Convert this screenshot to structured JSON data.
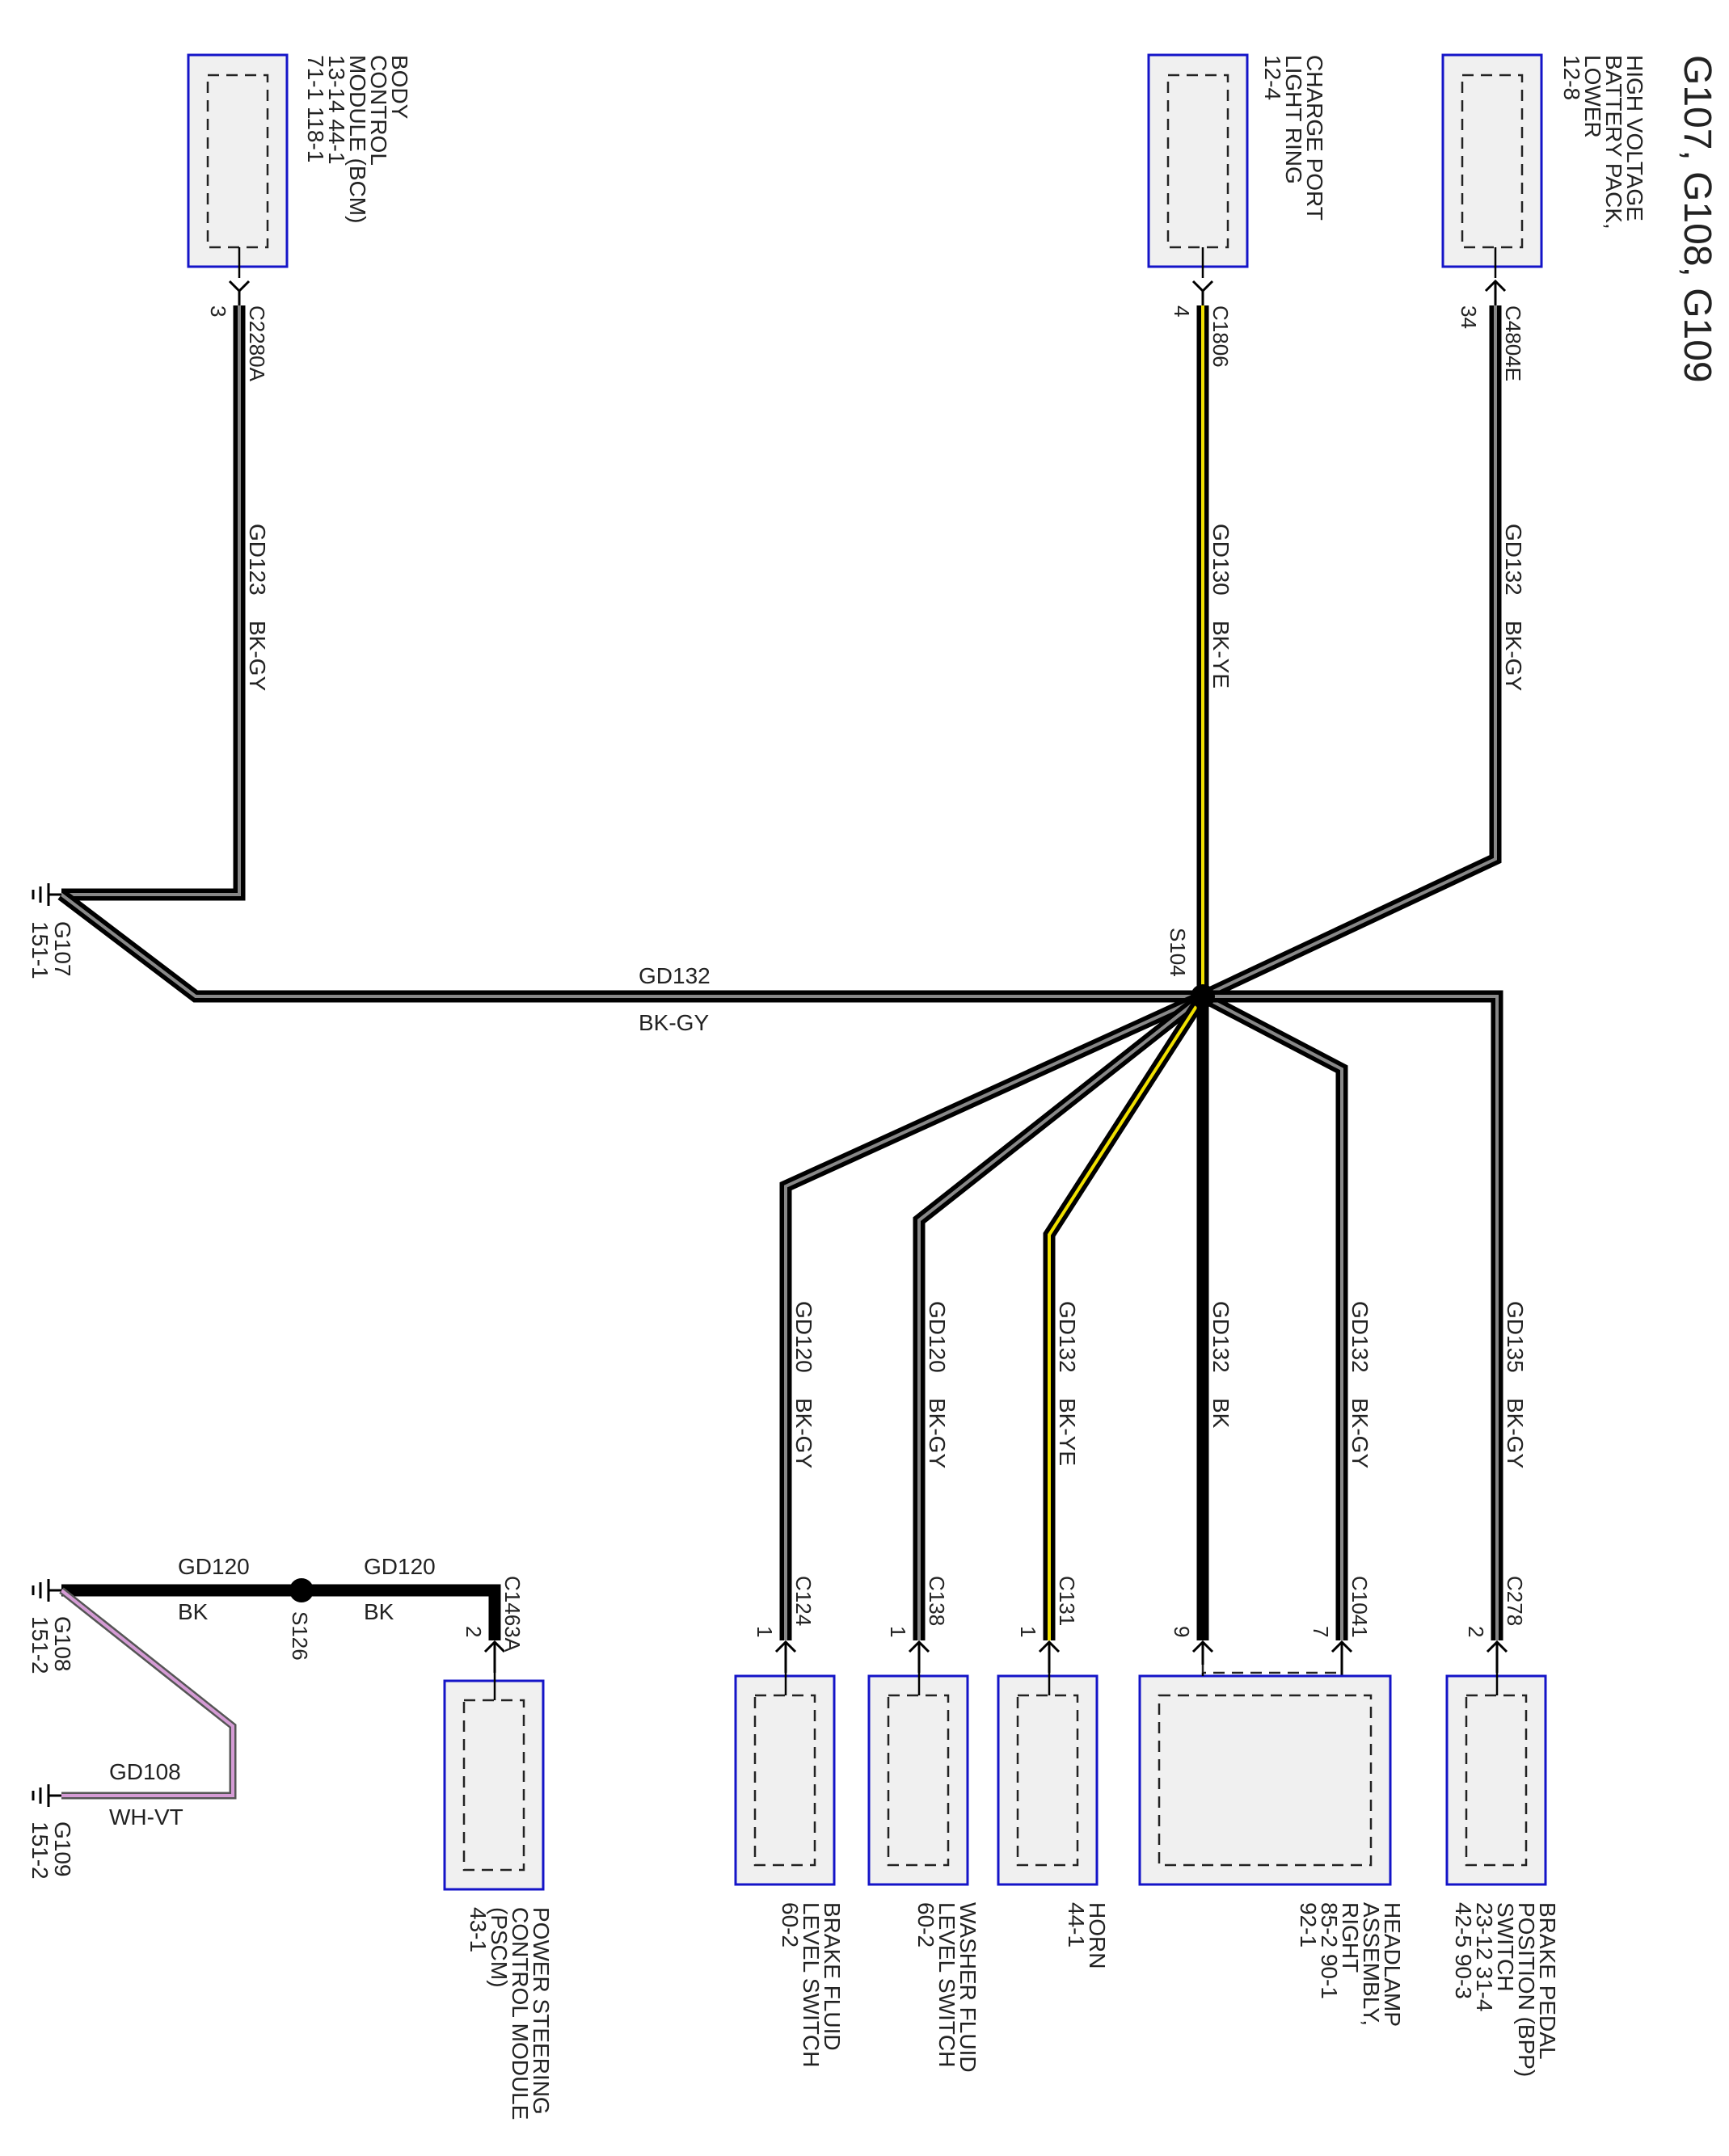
{
  "title": "G107, G108, G109",
  "wire_colors": {
    "BK-GY": "#888888",
    "BK-YE": "#f0e000",
    "BK": "#000000",
    "WH-VT": "#d59bd5"
  },
  "colors": {
    "component_border": "#1414c8",
    "component_fill": "#f0f0f0"
  },
  "components": [
    {
      "id": "bcm",
      "lines": [
        "BODY",
        "CONTROL",
        "MODULE (BCM)",
        "13-14    44-1",
        "71-1      118-1"
      ],
      "connector": "C2280A",
      "pin": "3"
    },
    {
      "id": "charge-port",
      "lines": [
        "CHARGE PORT",
        "LIGHT RING",
        "12-4"
      ],
      "connector": "C1806",
      "pin": "4"
    },
    {
      "id": "hv-battery",
      "lines": [
        "HIGH VOLTAGE",
        "BATTERY PACK,",
        "LOWER",
        "12-8"
      ],
      "connector": "C4804E",
      "pin": "34"
    },
    {
      "id": "brake-fluid",
      "lines": [
        "BRAKE FLUID",
        "LEVEL SWITCH",
        "60-2"
      ],
      "connector": "C124",
      "pin": "1"
    },
    {
      "id": "washer-fluid",
      "lines": [
        "WASHER FLUID",
        "LEVEL SWITCH",
        "60-2"
      ],
      "connector": "C138",
      "pin": "1"
    },
    {
      "id": "horn",
      "lines": [
        "HORN",
        "44-1"
      ],
      "connector": "C131",
      "pin": "1"
    },
    {
      "id": "headlamp",
      "lines": [
        "HEADLAMP",
        "ASSEMBLY,",
        "RIGHT",
        "85-2    90-1",
        "92-1"
      ],
      "connector": "C1041",
      "pins": [
        "9",
        "7"
      ]
    },
    {
      "id": "bpp",
      "lines": [
        "BRAKE PEDAL",
        "POSITION (BPP)",
        "SWITCH",
        "23-12    31-4",
        "42-5      90-3"
      ],
      "connector": "C278",
      "pin": "2"
    },
    {
      "id": "pscm",
      "lines": [
        "POWER STEERING",
        "CONTROL MODULE",
        "(PSCM)",
        "43-1"
      ],
      "connector": "C1463A",
      "pin": "2"
    }
  ],
  "wires": {
    "bcm": {
      "circuit": "GD123",
      "color": "BK-GY"
    },
    "charge_port": {
      "circuit": "GD130",
      "color": "BK-YE"
    },
    "hv_battery": {
      "circuit": "GD132",
      "color": "BK-GY"
    },
    "main": {
      "circuit": "GD132",
      "color": "BK-GY"
    },
    "brake_fluid": {
      "circuit": "GD120",
      "color": "BK-GY"
    },
    "washer_fluid": {
      "circuit": "GD120",
      "color": "BK-GY"
    },
    "horn": {
      "circuit": "GD132",
      "color": "BK-YE"
    },
    "headlamp_9": {
      "circuit": "GD132",
      "color": "BK"
    },
    "headlamp_7": {
      "circuit": "GD132",
      "color": "BK-GY"
    },
    "bpp": {
      "circuit": "GD135",
      "color": "BK-GY"
    },
    "g108_s126": {
      "circuit": "GD120",
      "color": "BK"
    },
    "s126_pscm": {
      "circuit": "GD120",
      "color": "BK"
    },
    "g109": {
      "circuit": "GD108",
      "color": "WH-VT"
    }
  },
  "splices": {
    "s104": "S104",
    "s126": "S126"
  },
  "grounds": [
    {
      "id": "G107",
      "ref": "151-1"
    },
    {
      "id": "G108",
      "ref": "151-2"
    },
    {
      "id": "G109",
      "ref": "151-2"
    }
  ]
}
